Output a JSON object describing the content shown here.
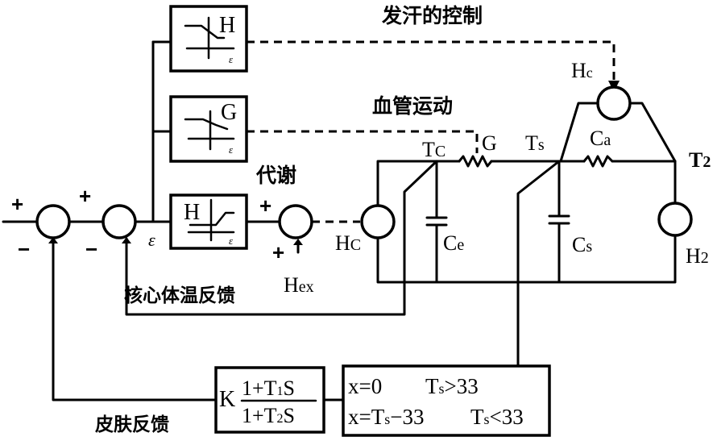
{
  "diagram": {
    "title": "Thermoregulation control system block diagram",
    "labels": {
      "sweat_control": "发汗的控制",
      "vasomotor": "血管运动",
      "metabolism": "代谢",
      "core_feedback": "核心体温反馈",
      "skin_feedback": "皮肤反馈",
      "epsilon": "ε",
      "hex": "H",
      "hex_sub": "ex",
      "hc_mid": "H",
      "hc_mid_sub": "C",
      "hc_top": "H",
      "hc_top_sub": "c",
      "tc": "T",
      "tc_sub": "C",
      "g": "G",
      "ts": "T",
      "ts_sub": "s",
      "ce": "C",
      "ce_sub": "e",
      "cs": "C",
      "cs_sub": "s",
      "ca": "C",
      "ca_sub": "a",
      "t2": "T",
      "t2_sub": "2",
      "h2": "H",
      "h2_sub": "2"
    },
    "signs": {
      "sum1_plus": "+",
      "sum1_minus": "−",
      "sum2_plus": "+",
      "sum2_minus": "−",
      "sum3_plus_top": "+",
      "sum3_plus_bottom": "+"
    },
    "blocks": {
      "sweat": {
        "letter": "H",
        "axis": "ε"
      },
      "vaso": {
        "letter": "G",
        "axis": "ε"
      },
      "metab": {
        "letter": "H",
        "axis": "ε"
      },
      "transfer": {
        "gain": "K",
        "numerator": "1+T",
        "numerator_sub": "1",
        "numerator_end": "S",
        "denominator": "1+T",
        "denominator_sub": "2",
        "denominator_end": "S"
      },
      "threshold": {
        "line1_left": "x=0",
        "line1_cond": "T",
        "line1_cond_sub": "s",
        "line1_rel": ">33",
        "line2_left": "x=T",
        "line2_left_sub": "s",
        "line2_mid": "−33",
        "line2_cond": "T",
        "line2_cond_sub": "s",
        "line2_rel": "<33"
      }
    }
  }
}
